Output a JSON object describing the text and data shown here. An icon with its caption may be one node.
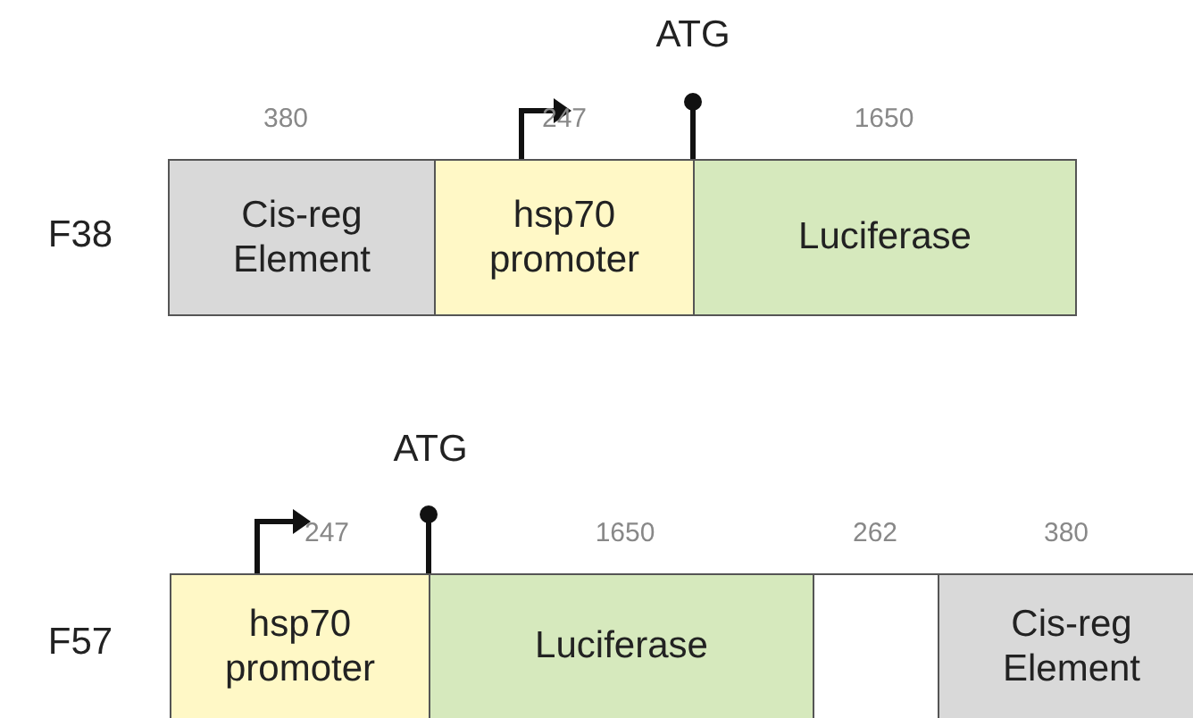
{
  "diagram": {
    "nodes": [
      {
        "text": [
          "Cis-reg Element"
        ],
        "beside": [
          "380"
        ]
      },
      {
        "text": [
          "hsp70 promoter"
        ],
        "beside": [
          "247"
        ]
      },
      {
        "text": [
          "Luciferase"
        ],
        "beside": [
          "1650"
        ]
      },
      {
        "text": [
          "hsp70 promoter"
        ],
        "beside": [
          "247"
        ]
      },
      {
        "text": [
          "Luciferase"
        ],
        "beside": [
          "1650"
        ]
      },
      {
        "text": [],
        "shape": "box",
        "beside": [
          "262"
        ]
      },
      {
        "text": [
          "Cis-reg Element"
        ],
        "beside": [
          "380"
        ]
      }
    ],
    "labels": [
      "ATG",
      "F38",
      "ATG",
      "F57"
    ]
  }
}
